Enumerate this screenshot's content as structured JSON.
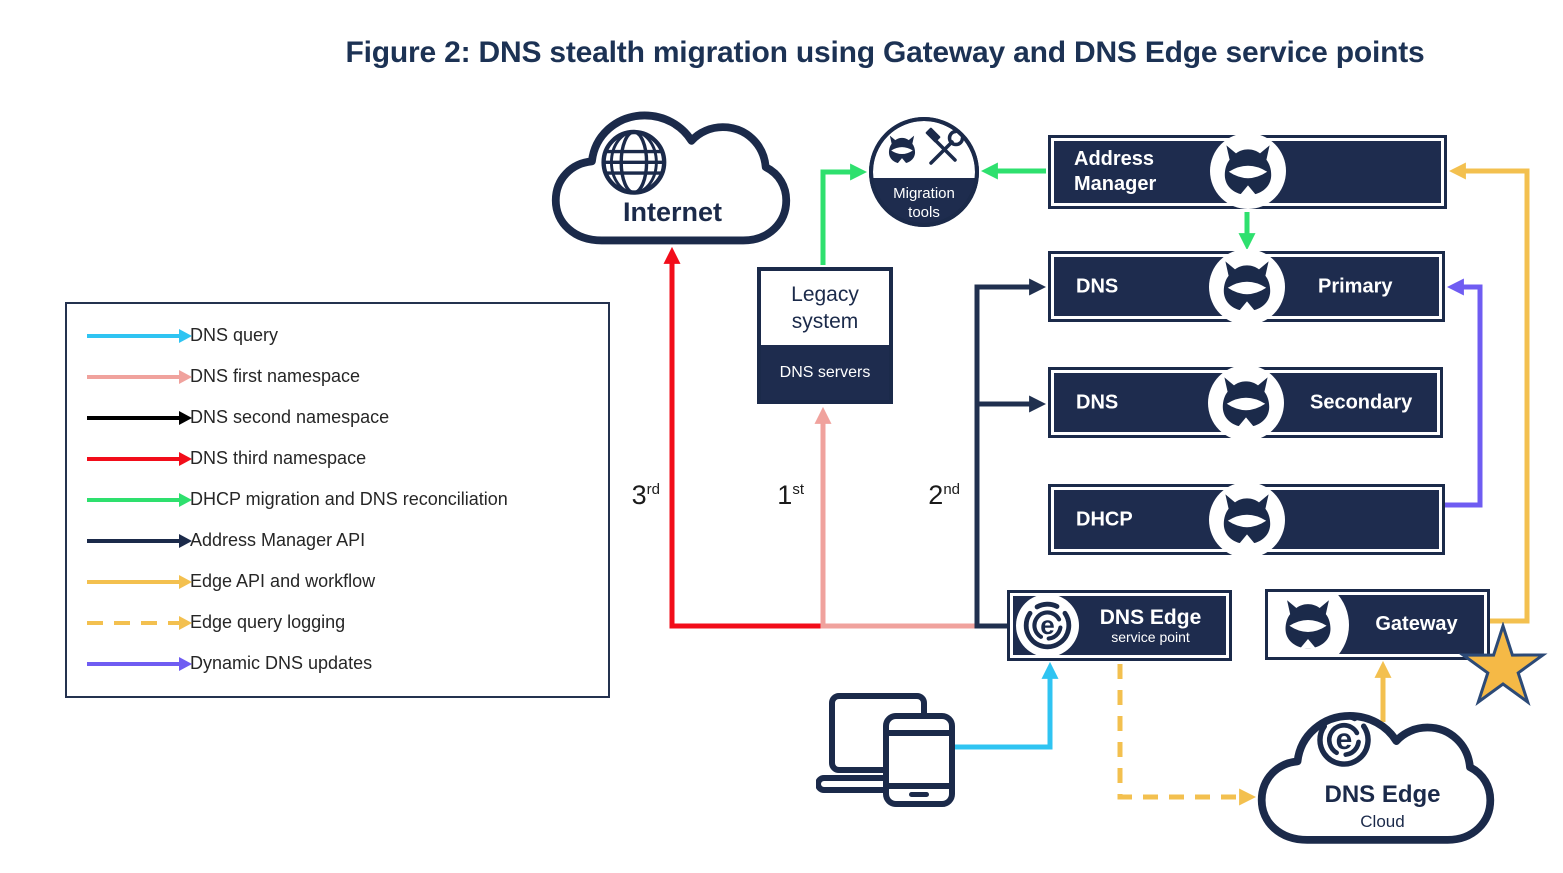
{
  "title": "Figure 2: DNS stealth migration using Gateway and DNS Edge service points",
  "legend": {
    "items": [
      {
        "label": "DNS query",
        "color": "#2FC4F2",
        "style": "solid"
      },
      {
        "label": "DNS first namespace",
        "color": "#F0A29D",
        "style": "solid"
      },
      {
        "label": "DNS second namespace",
        "color": "#000000",
        "style": "solid"
      },
      {
        "label": "DNS third namespace",
        "color": "#F20D1A",
        "style": "solid"
      },
      {
        "label": "DHCP migration and DNS reconciliation",
        "color": "#2EE06E",
        "style": "solid"
      },
      {
        "label": "Address Manager API",
        "color": "#1B2A4A",
        "style": "solid"
      },
      {
        "label": "Edge API and workflow",
        "color": "#F3C04F",
        "style": "solid"
      },
      {
        "label": "Edge query logging",
        "color": "#F3C04F",
        "style": "dashed"
      },
      {
        "label": "Dynamic DNS updates",
        "color": "#6F5CF2",
        "style": "solid"
      }
    ]
  },
  "nodes": {
    "internet": {
      "label": "Internet"
    },
    "migration_tools": {
      "label": "Migration tools"
    },
    "address_manager": {
      "label": "Address Manager"
    },
    "dns_primary": {
      "left": "DNS",
      "right": "Primary"
    },
    "dns_secondary": {
      "left": "DNS",
      "right": "Secondary"
    },
    "dhcp": {
      "left": "DHCP"
    },
    "legacy": {
      "title": "Legacy system",
      "subtitle": "DNS servers"
    },
    "edge_sp": {
      "title": "DNS Edge",
      "subtitle": "service point",
      "logo_letter": "e"
    },
    "gateway": {
      "label": "Gateway"
    },
    "edge_cloud": {
      "title": "DNS Edge",
      "subtitle": "Cloud",
      "logo_letter": "e"
    }
  },
  "ordinals": [
    {
      "value": "3",
      "suffix": "rd"
    },
    {
      "value": "1",
      "suffix": "st"
    },
    {
      "value": "2",
      "suffix": "nd"
    }
  ],
  "colors": {
    "navy": "#1B2A4A",
    "diagram_second_namespace": "#20304F",
    "green": "#2EE06E",
    "red": "#F20D1A",
    "pink": "#F0A29D",
    "cyan": "#2FC4F2",
    "gold": "#F3C04F",
    "purple": "#6F5CF2",
    "star_fill": "#F5B946",
    "star_stroke": "#2C4A77",
    "title_text": "#1C3254"
  }
}
